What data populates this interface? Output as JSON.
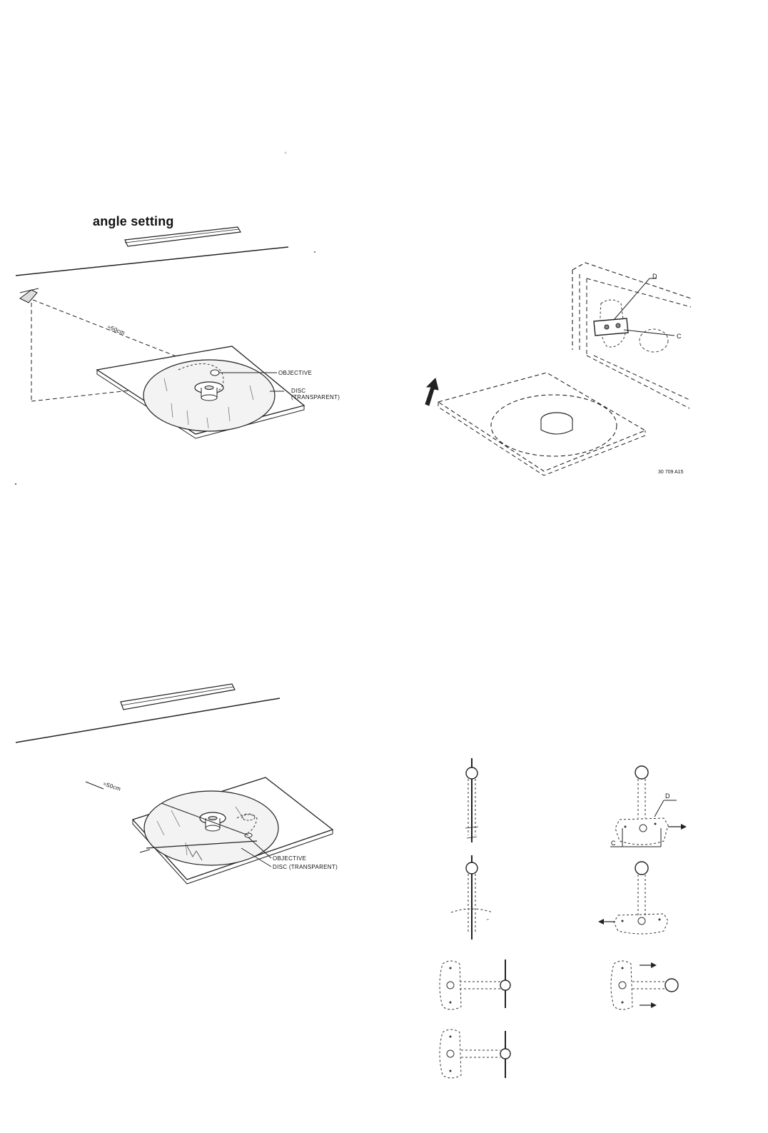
{
  "title": "angle setting",
  "fig1": {
    "distance_label": "≈50cm",
    "objective_label": "OBJECTIVE",
    "disc_label_line1": "DISC",
    "disc_label_line2": "(TRANSPARENT)"
  },
  "fig2": {
    "label_d": "D",
    "label_c": "C",
    "figure_number": "30 709 A15"
  },
  "fig3": {
    "distance_label": "≈50cm",
    "objective_label": "OBJECTIVE",
    "disc_label": "DISC (TRANSPARENT)"
  },
  "fig4": {
    "label_d": "D",
    "label_c": "C"
  }
}
